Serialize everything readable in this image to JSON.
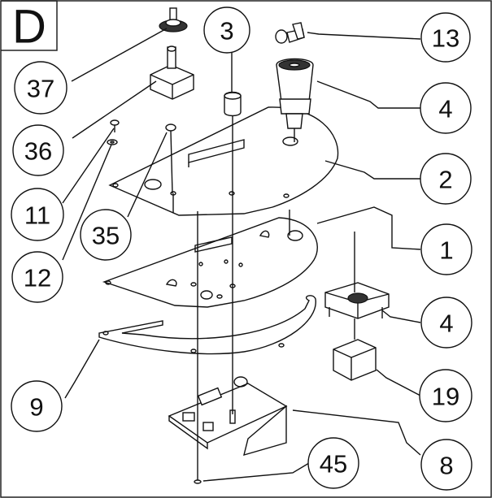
{
  "section_label": "D",
  "callouts": [
    {
      "id": "c3",
      "label": "3"
    },
    {
      "id": "c13",
      "label": "13"
    },
    {
      "id": "c37",
      "label": "37"
    },
    {
      "id": "c4a",
      "label": "4"
    },
    {
      "id": "c36",
      "label": "36"
    },
    {
      "id": "c2",
      "label": "2"
    },
    {
      "id": "c11",
      "label": "11"
    },
    {
      "id": "c35",
      "label": "35"
    },
    {
      "id": "c1",
      "label": "1"
    },
    {
      "id": "c12",
      "label": "12"
    },
    {
      "id": "c4b",
      "label": "4"
    },
    {
      "id": "c9",
      "label": "9"
    },
    {
      "id": "c19",
      "label": "19"
    },
    {
      "id": "c8",
      "label": "8"
    },
    {
      "id": "c45",
      "label": "45"
    }
  ]
}
